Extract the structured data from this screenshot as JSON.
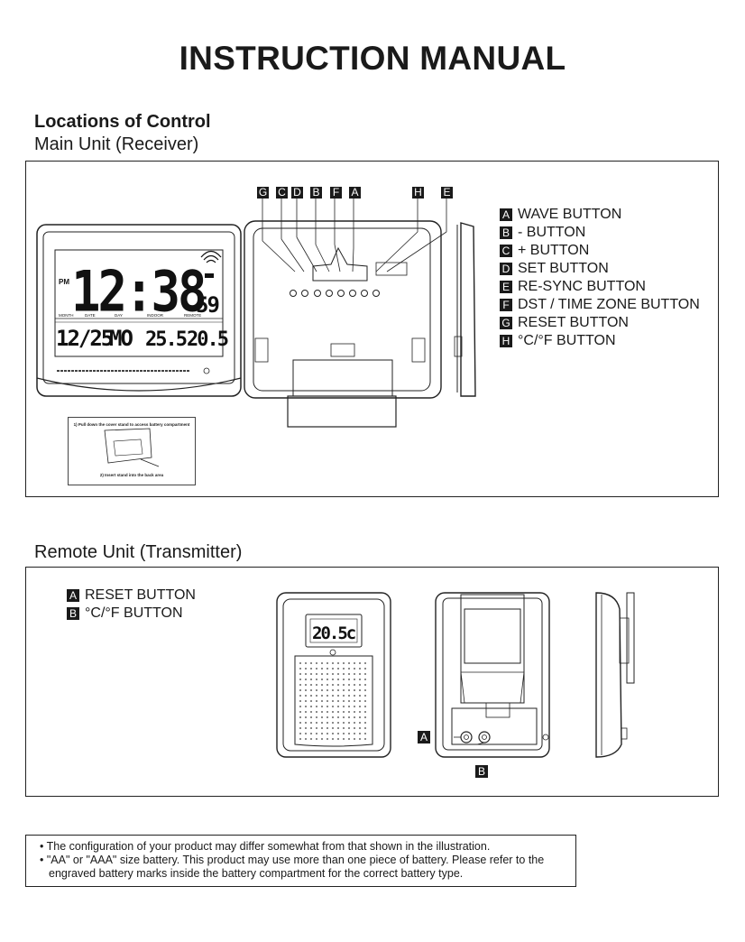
{
  "header": {
    "title": "INSTRUCTION MANUAL"
  },
  "section": {
    "heading": "Locations of Control",
    "main_subtitle": "Main Unit (Receiver)",
    "remote_subtitle": "Remote Unit (Transmitter)"
  },
  "main_unit": {
    "top_callouts": [
      "G",
      "C",
      "D",
      "B",
      "F",
      "A",
      "H",
      "E"
    ],
    "display": {
      "pm": "PM",
      "time": "12:38",
      "seconds": "59",
      "date": "12/25",
      "day": "MO",
      "indoor": "25.5",
      "remote": "20.5",
      "row_labels": [
        "MONTH",
        "DATE",
        "DAY",
        "INDOOR",
        "REMOTE"
      ]
    },
    "stand_note": {
      "line1": "1) Pull down the cover stand to access battery compartment",
      "line2": "2) Insert stand into the back area"
    },
    "legend": [
      {
        "key": "A",
        "label": "WAVE BUTTON"
      },
      {
        "key": "B",
        "label": "- BUTTON"
      },
      {
        "key": "C",
        "label": "+ BUTTON"
      },
      {
        "key": "D",
        "label": "SET BUTTON"
      },
      {
        "key": "E",
        "label": "RE-SYNC BUTTON"
      },
      {
        "key": "F",
        "label": "DST / TIME ZONE BUTTON"
      },
      {
        "key": "G",
        "label": "RESET BUTTON"
      },
      {
        "key": "H",
        "label": "°C/°F BUTTON"
      }
    ]
  },
  "remote_unit": {
    "display_value": "20.5c",
    "callouts": [
      "A",
      "B"
    ],
    "legend": [
      {
        "key": "A",
        "label": "RESET BUTTON"
      },
      {
        "key": "B",
        "label": "°C/°F BUTTON"
      }
    ]
  },
  "notes": [
    "• The configuration of your product may differ somewhat from that shown in the illustration.",
    "• \"AA\" or \"AAA\" size battery. This product may use more than one piece of battery. Please refer to the engraved battery marks inside the battery compartment for the correct battery type."
  ]
}
